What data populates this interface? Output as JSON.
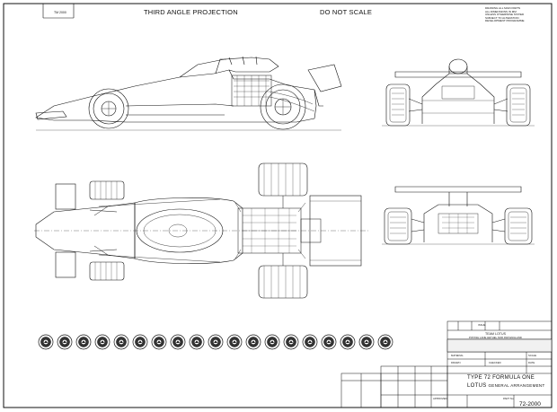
{
  "header": {
    "projection": "THIRD ANGLE PROJECTION",
    "scale_note": "DO NOT SCALE",
    "corner_tag": "TM 2000",
    "corner_note": "DRAWING ALL MAIN PARTS\nALL DIMENSIONS IN MM\nUNLESS OTHERWISE STATED\nSUBJECT TO ALTERATION\nDEVELOPMENT PROGRAMME"
  },
  "title_block": {
    "title": "TYPE 72 FORMULA ONE",
    "make": "LOTUS",
    "subtitle": "GENERAL ARRANGEMENT",
    "drawing_number": "72-2000",
    "company": "TEAM LOTUS",
    "company_address": "POTASH LANE  HETHEL  NOR 93W  ENGLAND",
    "labels": [
      "ISSUE",
      "MATERIAL",
      "DRAWN",
      "CHECKED",
      "APPROVED",
      "SCALE",
      "DATE",
      "PART No"
    ]
  },
  "wheel_badges": {
    "count": 19,
    "icon": "lotus-badge-icon"
  }
}
